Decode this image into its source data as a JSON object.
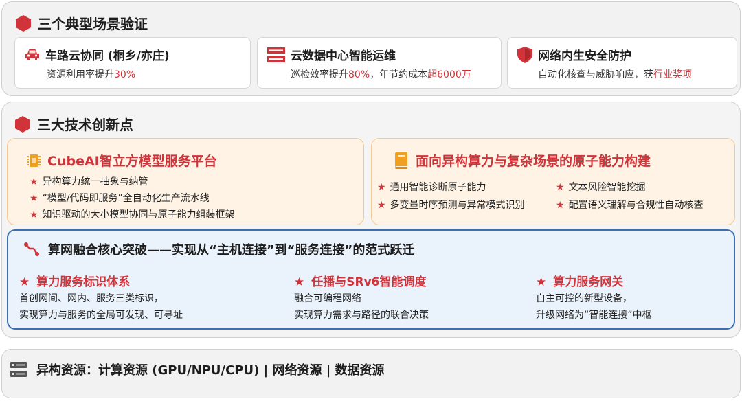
{
  "scenarios": {
    "title": "三个典型场景验证",
    "cards": [
      {
        "title": "车路云协同 (桐乡/亦庄)",
        "sub_pre": "资源利用率提升",
        "sub_hl1": "30%",
        "sub_mid": "",
        "sub_hl2": "",
        "icon": "car-icon"
      },
      {
        "title": "云数据中心智能运维",
        "sub_pre": "巡检效率提升",
        "sub_hl1": "80%",
        "sub_mid": "，年节约成本",
        "sub_hl2": "超6000万",
        "icon": "server-rack-icon"
      },
      {
        "title": "网络内生安全防护",
        "sub_pre": "自动化核查与威胁响应，获",
        "sub_hl1": "行业奖项",
        "sub_mid": "",
        "sub_hl2": "",
        "icon": "shield-icon"
      }
    ]
  },
  "innovations": {
    "title": "三大技术创新点",
    "cubeai": {
      "title": "CubeAI智立方模型服务平台",
      "bullets": [
        "异构算力统一抽象与纳管",
        "“模型/代码即服务”全自动化生产流水线",
        "知识驱动的大小模型协同与原子能力组装框架"
      ]
    },
    "atomic": {
      "title": "面向异构算力与复杂场景的原子能力构建",
      "bullets": [
        "通用智能诊断原子能力",
        "文本风险智能挖掘",
        "多变量时序预测与异常模式识别",
        "配置语义理解与合规性自动核查"
      ]
    },
    "breakthrough": {
      "title": "算网融合核心突破——实现从“主机连接”到“服务连接”的范式跃迁",
      "columns": [
        {
          "head": "算力服务标识体系",
          "lines": [
            "首创网间、网内、服务三类标识，",
            "实现算力与服务的全局可发现、可寻址"
          ]
        },
        {
          "head": "任播与SRv6智能调度",
          "lines": [
            "融合可编程网络",
            "实现算力需求与路径的联合决策"
          ]
        },
        {
          "head": "算力服务网关",
          "lines": [
            "自主可控的新型设备，",
            "升级网络为“智能连接”中枢"
          ]
        }
      ]
    }
  },
  "resources": {
    "text": "异构资源：计算资源 (GPU/NPU/CPU) | 网络资源 | 数据资源"
  },
  "star_glyph": "★",
  "colors": {
    "accent_red": "#d0343a",
    "orange_bg": "#fef3e4",
    "blue_border": "#3c6fb3",
    "blue_bg": "#eaf2fc"
  }
}
